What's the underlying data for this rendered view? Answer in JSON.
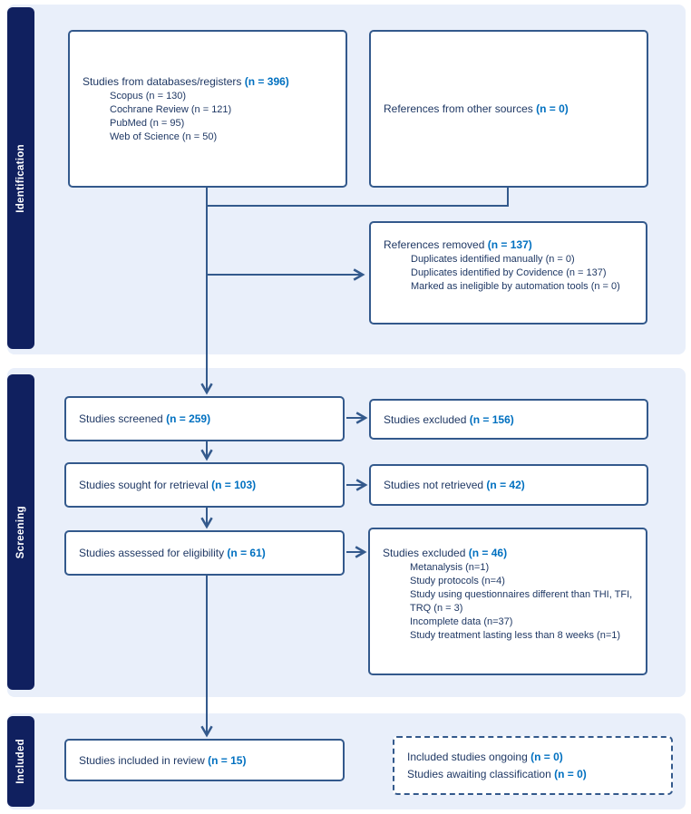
{
  "diagram_type": "PRISMA flow diagram",
  "colors": {
    "phase_bar_navy": "#10205f",
    "section_background": "#e9effa",
    "box_border_and_arrows": "#33598c",
    "body_text_navy": "#1f3864",
    "count_blue": "#0070c0",
    "box_fill": "#ffffff"
  },
  "sidebar": {
    "identification": "Identification",
    "screening": "Screening",
    "included": "Included"
  },
  "boxes": {
    "databases": {
      "title": "Studies from databases/registers",
      "count": "(n = 396)",
      "items": [
        "Scopus (n = 130)",
        "Cochrane Review (n = 121)",
        "PubMed (n = 95)",
        "Web of Science (n = 50)"
      ]
    },
    "other_sources": {
      "title": "References from other sources",
      "count": "(n = 0)"
    },
    "removed": {
      "title": "References removed",
      "count": "(n = 137)",
      "items": [
        "Duplicates identified manually (n = 0)",
        "Duplicates identified by Covidence (n = 137)",
        "Marked as ineligible by automation tools (n = 0)"
      ]
    },
    "screened": {
      "title": "Studies screened",
      "count": "(n = 259)"
    },
    "excluded_screening": {
      "title": "Studies excluded",
      "count": "(n = 156)"
    },
    "sought": {
      "title": "Studies sought for retrieval",
      "count": "(n = 103)"
    },
    "not_retrieved": {
      "title": "Studies not retrieved",
      "count": "(n = 42)"
    },
    "assessed": {
      "title": "Studies assessed for eligibility",
      "count": "(n = 61)"
    },
    "excluded_eligibility": {
      "title": "Studies excluded",
      "count": "(n = 46)",
      "items": [
        "Metanalysis (n=1)",
        "Study protocols (n=4)",
        "Study using questionnaires different than THI, TFI, TRQ (n = 3)",
        "Incomplete data (n=37)",
        "Study treatment lasting less than 8 weeks (n=1)"
      ]
    },
    "included_review": {
      "title": "Studies included in review",
      "count": "(n = 15)"
    },
    "ongoing": {
      "lines": [
        {
          "title": "Included studies ongoing",
          "count": "(n = 0)"
        },
        {
          "title": "Studies awaiting classification",
          "count": "(n = 0)"
        }
      ]
    }
  }
}
